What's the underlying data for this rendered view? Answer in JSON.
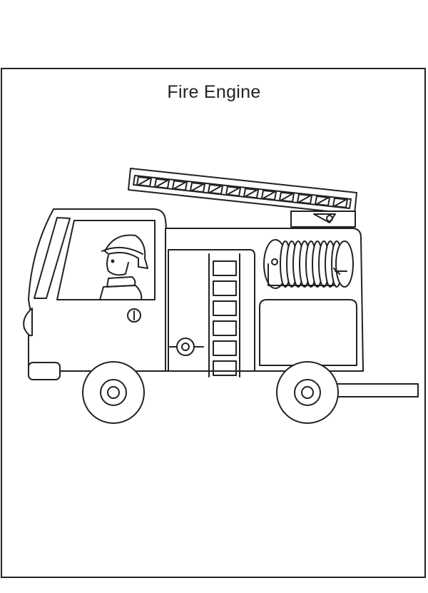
{
  "page": {
    "title": "Fire Engine"
  },
  "colors": {
    "line": "#222222",
    "background": "#ffffff"
  },
  "illustration": {
    "subject": "fire-truck",
    "parts": [
      "ladder",
      "cab",
      "firefighter",
      "hose-reel",
      "side-ladder",
      "front-wheel",
      "rear-wheel",
      "bumper",
      "headlight"
    ]
  }
}
